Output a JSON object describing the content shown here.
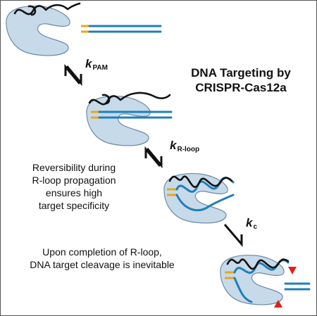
{
  "title": {
    "line1": "DNA Targeting by",
    "line2": "CRISPR-Cas12a"
  },
  "rates": {
    "k_pam": {
      "symbol": "k",
      "subscript": "PAM"
    },
    "k_rloop": {
      "symbol": "k",
      "subscript": "R-loop"
    },
    "k_c": {
      "symbol": "k",
      "subscript": "c"
    }
  },
  "notes": {
    "reversibility": [
      "Reversibility during",
      "R-loop propagation",
      "ensures high",
      "target specificity"
    ],
    "cleavage": [
      "Upon completion of R-loop,",
      "DNA target cleavage is inevitable"
    ]
  },
  "colors": {
    "protein_fill": "#c7daea",
    "protein_stroke": "#6e8aa6",
    "dna_strand": "#1f7fb8",
    "pam": "#e8a817",
    "crrna": "#111111",
    "cleavage_marker": "#e0201b",
    "border": "#555555"
  }
}
